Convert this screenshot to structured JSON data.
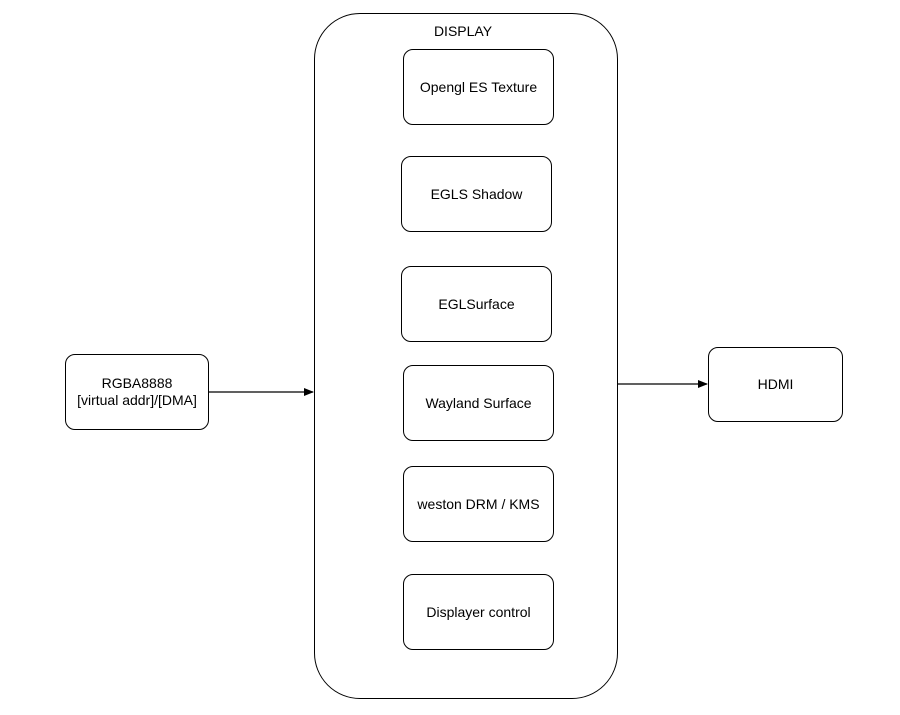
{
  "display": {
    "title": "DISPLAY",
    "layers": [
      {
        "label": "Opengl ES Texture"
      },
      {
        "label": "EGLS Shadow"
      },
      {
        "label": "EGLSurface"
      },
      {
        "label": "Wayland Surface"
      },
      {
        "label": "weston DRM / KMS"
      },
      {
        "label": "Displayer control"
      }
    ]
  },
  "source": {
    "line1": "RGBA8888",
    "line2": "[virtual addr]/[DMA]"
  },
  "output": {
    "label": "HDMI"
  }
}
